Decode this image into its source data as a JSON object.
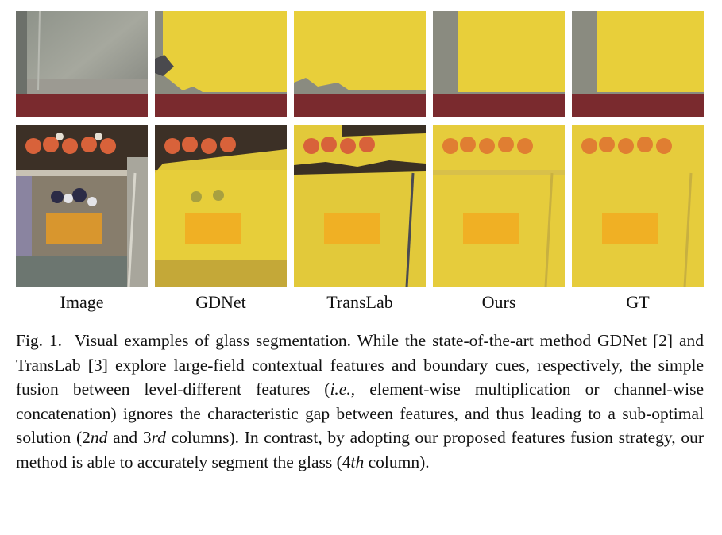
{
  "columns": [
    "Image",
    "GDNet",
    "TransLab",
    "Ours",
    "GT"
  ],
  "overlay_color": "#f0d040",
  "caption": {
    "fig_label": "Fig. 1.",
    "t1": "Visual examples of glass segmentation. While the state-of-the-art method GDNet [2] and TransLab [3] explore large-field contextual features and boundary cues, respectively, the simple fusion between level-different features (",
    "ie": "i.e.",
    "t2": ", element-wise multiplication or channel-wise concatenation) ignores the characteristic gap between features, and thus leading to a sub-optimal solution (2",
    "nd": "nd",
    "t3": " and 3",
    "rd": "rd",
    "t4": " columns). In contrast, by adopting our proposed features fusion strategy, our method is able to accurately segment the glass (4",
    "th": "th",
    "t5": " column)."
  }
}
